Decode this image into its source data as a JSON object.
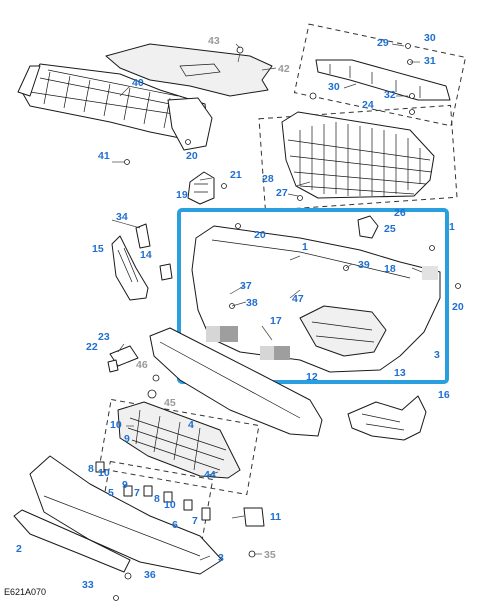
{
  "reference_code": "E621A070",
  "highlight_color": "#2a9fe0",
  "callout_color": "#1f6fd1",
  "callout_gray_color": "#9a9a9a",
  "callouts": [
    {
      "label": "43",
      "muted": true
    },
    {
      "label": "42",
      "muted": true
    },
    {
      "label": "40"
    },
    {
      "label": "41"
    },
    {
      "label": "20"
    },
    {
      "label": "21"
    },
    {
      "label": "19"
    },
    {
      "label": "29"
    },
    {
      "label": "30"
    },
    {
      "label": "31"
    },
    {
      "label": "30"
    },
    {
      "label": "32"
    },
    {
      "label": "24"
    },
    {
      "label": "28"
    },
    {
      "label": "27"
    },
    {
      "label": "26"
    },
    {
      "label": "25"
    },
    {
      "label": "34"
    },
    {
      "label": "15"
    },
    {
      "label": "14"
    },
    {
      "label": "1"
    },
    {
      "label": "20"
    },
    {
      "label": "1"
    },
    {
      "label": "39"
    },
    {
      "label": "18"
    },
    {
      "label": "37"
    },
    {
      "label": "38"
    },
    {
      "label": "47"
    },
    {
      "label": "17"
    },
    {
      "label": "20"
    },
    {
      "label": "3"
    },
    {
      "label": "12"
    },
    {
      "label": "13"
    },
    {
      "label": "23"
    },
    {
      "label": "22"
    },
    {
      "label": "46",
      "muted": true
    },
    {
      "label": "45",
      "muted": true
    },
    {
      "label": "16"
    },
    {
      "label": "10"
    },
    {
      "label": "4"
    },
    {
      "label": "9"
    },
    {
      "label": "8"
    },
    {
      "label": "10"
    },
    {
      "label": "44"
    },
    {
      "label": "5"
    },
    {
      "label": "9"
    },
    {
      "label": "7"
    },
    {
      "label": "8"
    },
    {
      "label": "10"
    },
    {
      "label": "7"
    },
    {
      "label": "6"
    },
    {
      "label": "11"
    },
    {
      "label": "2"
    },
    {
      "label": "3"
    },
    {
      "label": "35",
      "muted": true
    },
    {
      "label": "33"
    },
    {
      "label": "36"
    }
  ]
}
